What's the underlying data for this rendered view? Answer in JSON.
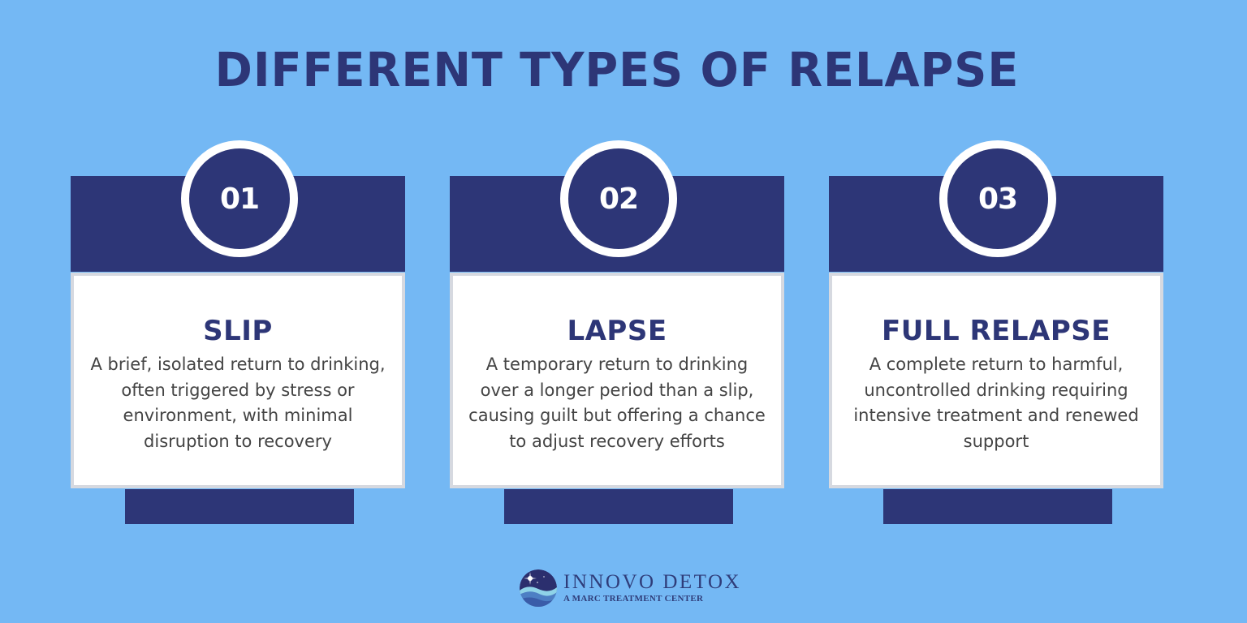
{
  "title": "DIFFERENT TYPES OF RELAPSE",
  "colors": {
    "background": "#74b8f4",
    "primary_navy": "#2d3677",
    "card_body": "#ffffff",
    "card_border": "#d6d9e0",
    "body_text": "#444444"
  },
  "cards": [
    {
      "number": "01",
      "name": "SLIP",
      "description": "A brief, isolated return to drinking, often triggered by stress or environment, with minimal disruption to recovery"
    },
    {
      "number": "02",
      "name": "LAPSE",
      "description": "A temporary return to drinking over a longer period than a slip, causing guilt but offering a chance to adjust recovery efforts"
    },
    {
      "number": "03",
      "name": "FULL RELAPSE",
      "description": "A complete return to harmful, uncontrolled drinking requiring intensive treatment and renewed support"
    }
  ],
  "logo": {
    "icon": "globe-wave-star-icon",
    "brand": "INNOVO DETOX",
    "tagline": "A MARC TREATMENT CENTER"
  }
}
